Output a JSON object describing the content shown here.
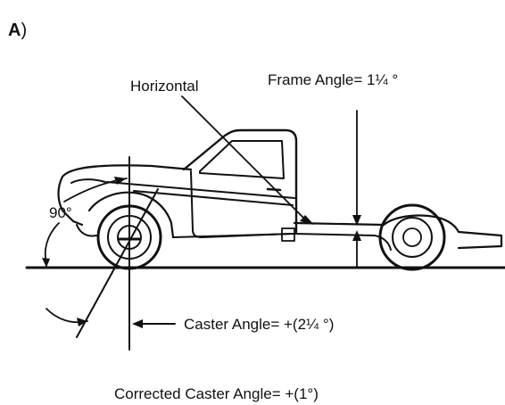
{
  "panel_label": "A",
  "panel_paren": ")",
  "labels": {
    "horizontal": "Horizontal",
    "frame_angle": "Frame Angle= 1¼ °",
    "ninety": "90°",
    "caster_angle": "Caster Angle= +(2¼ °)",
    "corrected_caster_angle": "Corrected Caster Angle= +(1°)"
  },
  "colors": {
    "ink": "#111111",
    "background": "#ffffff"
  }
}
